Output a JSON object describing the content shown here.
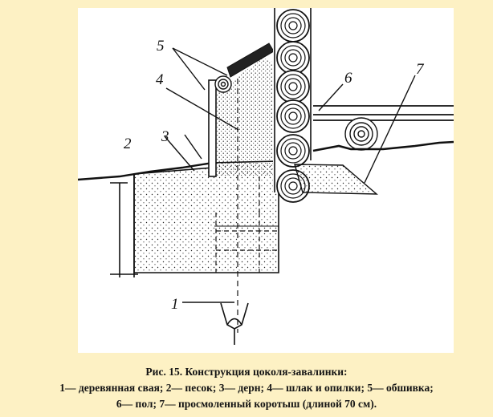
{
  "figure": {
    "labels": [
      "1",
      "2",
      "3",
      "4",
      "5",
      "6",
      "7"
    ]
  },
  "caption": {
    "title": "Рис. 15. Конструкция цоколя-завалинки:",
    "line1": "1— деревянная свая; 2— песок; 3— дерн; 4— шлак и опилки; 5— обшивка;",
    "line2": "6— пол; 7— просмоленный коротыш (длиной 70 см)."
  }
}
